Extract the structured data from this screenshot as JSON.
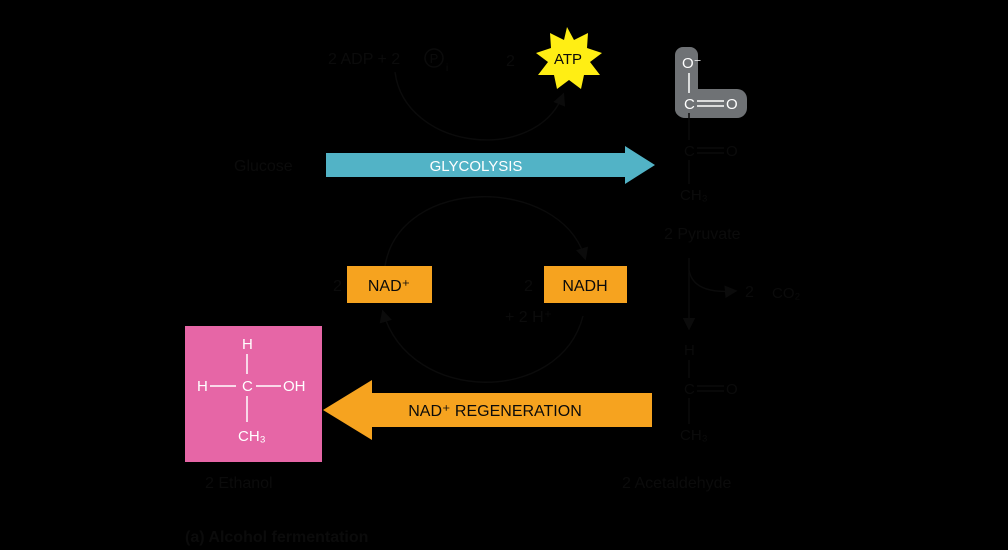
{
  "colors": {
    "background": "#000000",
    "dark_text": "#0b0b0b",
    "glycolysis_arrow": "#52b3c6",
    "regeneration_arrow": "#f6a31f",
    "nad_box": "#f6a31f",
    "ethanol_box": "#e666a6",
    "carboxyl_highlight": "#6f7275",
    "atp_burst": "#ffee14",
    "white": "#ffffff"
  },
  "top": {
    "adp_text": "2 ADP + 2",
    "pi_letter": "P",
    "pi_subscript": "i",
    "atp_count": "2",
    "atp_label": "ATP"
  },
  "glycolysis": {
    "substrate_label": "Glucose",
    "arrow_label": "GLYCOLYSIS"
  },
  "cofactors": {
    "nad_count": "2",
    "nad_label": "NAD⁺",
    "nadh_count": "2",
    "nadh_label": "NADH",
    "protons": "+ 2  H⁺"
  },
  "regeneration": {
    "arrow_label": "NAD⁺ REGENERATION"
  },
  "pyruvate": {
    "atom_o_minus": "O⁻",
    "atom_c1": "C",
    "atom_o1": "O",
    "atom_c2": "C",
    "atom_o2": "O",
    "atom_ch3": "CH₃",
    "name": "2 Pyruvate"
  },
  "co2": {
    "count": "2",
    "formula": "CO₂"
  },
  "acetaldehyde": {
    "atom_h": "H",
    "atom_c": "C",
    "atom_o": "O",
    "atom_ch3": "CH₃",
    "name": "2 Acetaldehyde"
  },
  "ethanol": {
    "atom_h_top": "H",
    "atom_h_left": "H",
    "atom_c": "C",
    "atom_oh": "OH",
    "atom_ch3": "CH₃",
    "name": "2 Ethanol"
  },
  "caption": "(a) Alcohol fermentation"
}
